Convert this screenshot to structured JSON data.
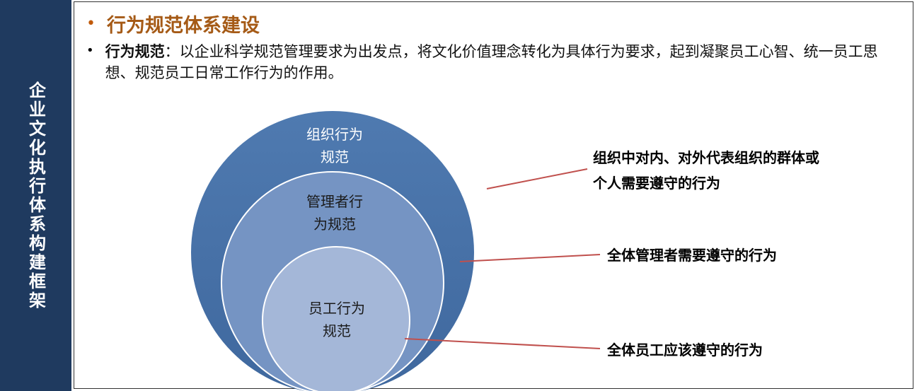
{
  "sidebar": {
    "title": "企业文化执行体系构建框架"
  },
  "heading": {
    "title": "行为规范体系建设"
  },
  "description": {
    "label": "行为规范",
    "separator": "：",
    "text": "以企业科学规范管理要求为出发点，将文化价值理念转化为具体行为要求，起到凝聚员工心智、统一员工思想、规范员工日常工作行为的作用。"
  },
  "diagram": {
    "outer": {
      "line1": "组织行为",
      "line2": "规范",
      "color": "#4a74a8"
    },
    "middle": {
      "line1": "管理者行",
      "line2": "为规范",
      "color": "#7594c3"
    },
    "inner": {
      "line1": "员工行为",
      "line2": "规范",
      "color": "#a4b7d8"
    },
    "callouts": [
      {
        "line1": "组织中对内、对外代表组织的群体或",
        "line2": "个人需要遵守的行为"
      },
      {
        "line1": "全体管理者需要遵守的行为"
      },
      {
        "line1": "全体员工应该遵守的行为"
      }
    ],
    "connector_color": "#c0504d"
  }
}
